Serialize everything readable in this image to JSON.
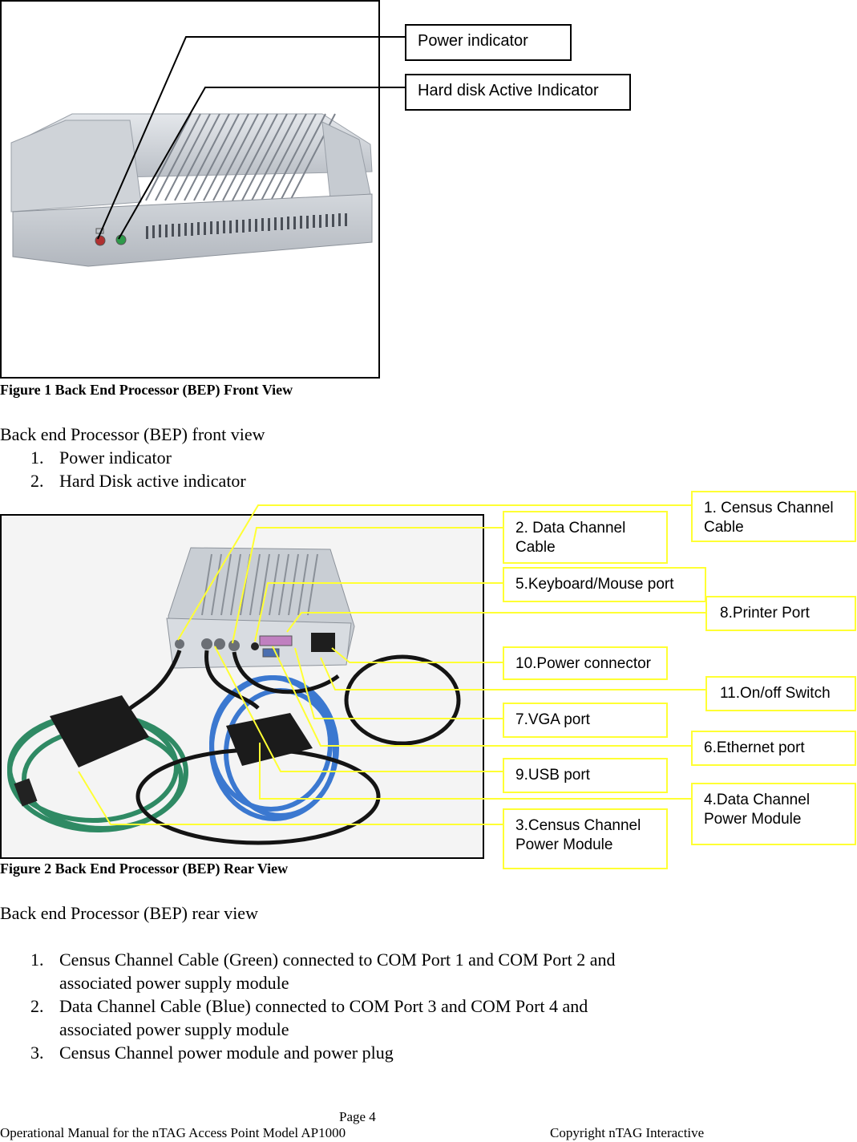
{
  "figure1": {
    "callouts": [
      "Power indicator",
      "Hard disk Active Indicator"
    ],
    "caption": "Figure 1 Back End Processor (BEP) Front View"
  },
  "section1": {
    "heading": "Back end Processor (BEP) front view",
    "items": [
      {
        "num": "1.",
        "text": "Power indicator"
      },
      {
        "num": "2.",
        "text": "Hard Disk active indicator"
      }
    ]
  },
  "figure2": {
    "callouts": {
      "census_cable": "1. Census Channel Cable",
      "data_cable": "2. Data Channel Cable",
      "keyboard": "5.Keyboard/Mouse port",
      "printer": "8.Printer Port",
      "power_connector": "10.Power connector",
      "switch": "11.On/off Switch",
      "vga": "7.VGA port",
      "ethernet": "6.Ethernet port",
      "usb": "9.USB port",
      "data_power": "4.Data Channel Power Module",
      "census_power": "3.Census Channel Power Module"
    },
    "caption": "Figure 2 Back End Processor (BEP) Rear View"
  },
  "section2": {
    "heading": "Back end Processor (BEP) rear view",
    "items": [
      {
        "num": "1.",
        "line1": "Census Channel Cable (Green) connected to COM Port 1 and COM Port 2 and",
        "line2": "associated power supply module"
      },
      {
        "num": "2.",
        "line1": "Data Channel Cable (Blue) connected to COM Port 3 and COM Port 4 and",
        "line2": "associated power supply module"
      },
      {
        "num": "3.",
        "line1": "Census Channel power module and power plug",
        "line2": ""
      }
    ]
  },
  "footer": {
    "page": "Page 4",
    "manual": "Operational Manual for the nTAG Access Point Model AP1000",
    "copyright": "Copyright nTAG Interactive"
  },
  "colors": {
    "callout_yellow": "#ffff33",
    "leader_black": "#000000"
  }
}
